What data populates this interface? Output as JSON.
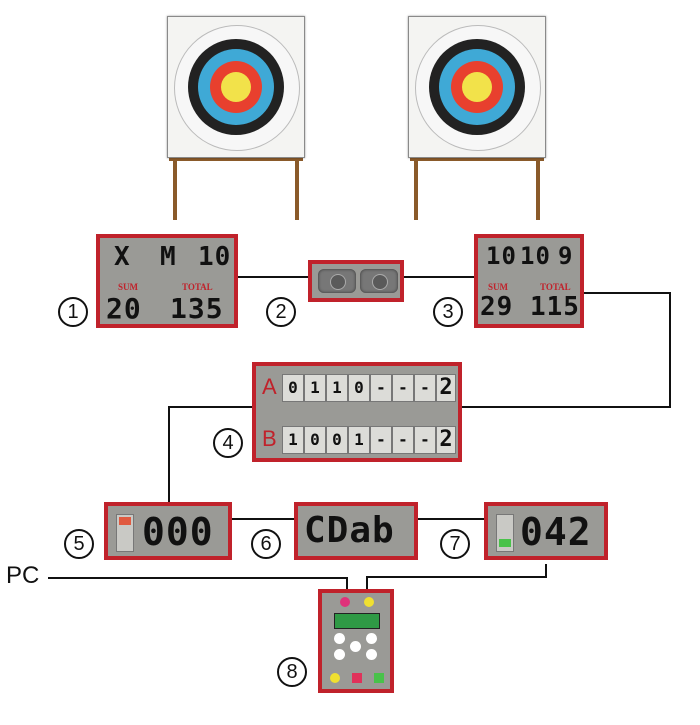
{
  "colors": {
    "panel_border": "#c0222b",
    "panel_fill": "#9a9a96",
    "ring_gold": "#f2e24a",
    "ring_red": "#e8402e",
    "ring_blue": "#3fa9d6",
    "ring_black": "#222222",
    "ring_white": "#f7f7f7"
  },
  "display1": {
    "arrows": [
      "X",
      "M",
      "10"
    ],
    "sum_label": "SUM",
    "sum": "20",
    "total_label": "TOTAL",
    "total": "135"
  },
  "display2": {},
  "display3": {
    "arrows": [
      "10",
      "10",
      "9"
    ],
    "sum_label": "SUM",
    "sum": "29",
    "total_label": "TOTAL",
    "total": "115"
  },
  "display4": {
    "rows": [
      {
        "letter": "A",
        "cells": [
          "0",
          "1",
          "1",
          "0",
          "-",
          "-",
          "-",
          "2"
        ]
      },
      {
        "letter": "B",
        "cells": [
          "1",
          "0",
          "0",
          "1",
          "-",
          "-",
          "-",
          "2"
        ]
      }
    ]
  },
  "display5": {
    "value": "000"
  },
  "display6": {
    "value": "CDab"
  },
  "display7": {
    "value": "042"
  },
  "labels": {
    "pc": "PC"
  },
  "numbers": [
    "1",
    "2",
    "3",
    "4",
    "5",
    "6",
    "7",
    "8"
  ]
}
